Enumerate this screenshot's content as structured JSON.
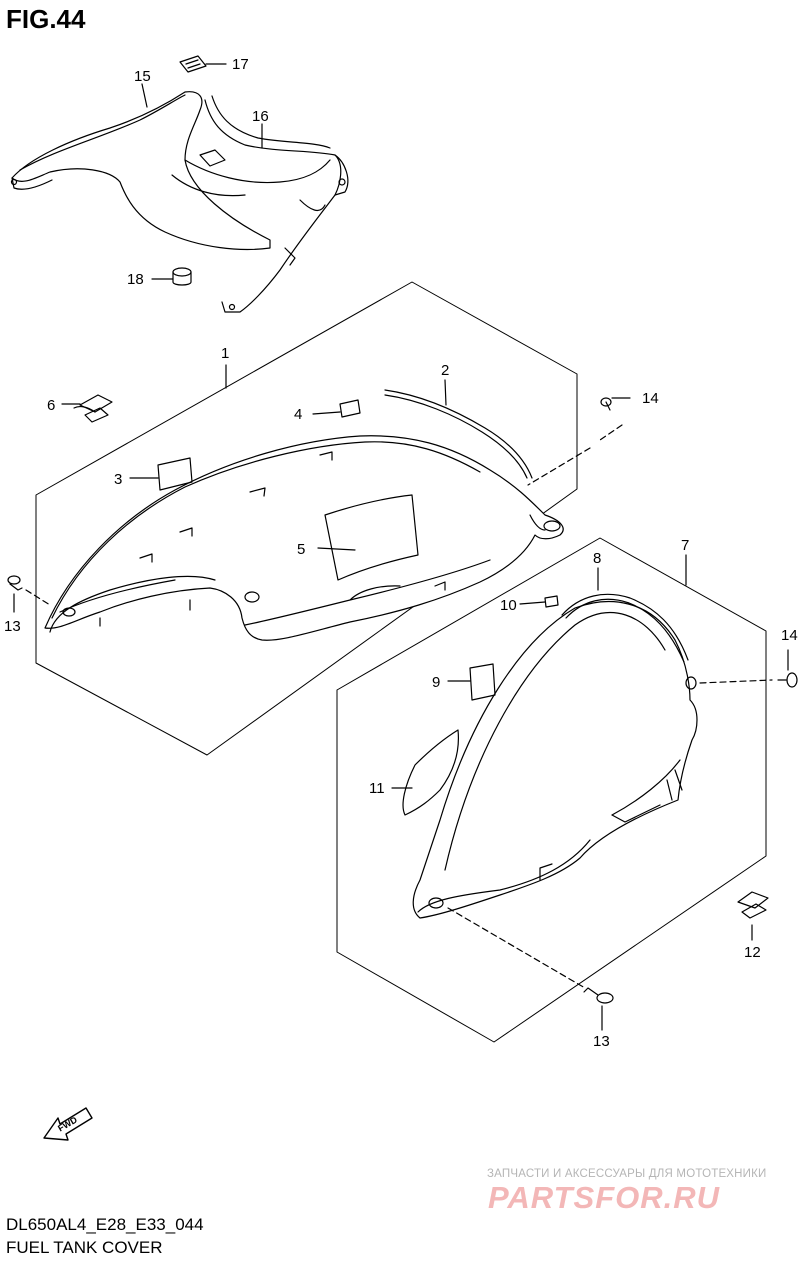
{
  "figure": {
    "title": "FIG.44",
    "code": "DL650AL4_E28_E33_044",
    "name": "FUEL TANK COVER"
  },
  "callouts": [
    {
      "id": "c15",
      "label": "15"
    },
    {
      "id": "c17",
      "label": "17"
    },
    {
      "id": "c16",
      "label": "16"
    },
    {
      "id": "c18",
      "label": "18"
    },
    {
      "id": "c1",
      "label": "1"
    },
    {
      "id": "c2",
      "label": "2"
    },
    {
      "id": "c14a",
      "label": "14"
    },
    {
      "id": "c6",
      "label": "6"
    },
    {
      "id": "c4",
      "label": "4"
    },
    {
      "id": "c3",
      "label": "3"
    },
    {
      "id": "c5",
      "label": "5"
    },
    {
      "id": "c13a",
      "label": "13"
    },
    {
      "id": "c7",
      "label": "7"
    },
    {
      "id": "c8",
      "label": "8"
    },
    {
      "id": "c10",
      "label": "10"
    },
    {
      "id": "c14b",
      "label": "14"
    },
    {
      "id": "c9",
      "label": "9"
    },
    {
      "id": "c11",
      "label": "11"
    },
    {
      "id": "c12",
      "label": "12"
    },
    {
      "id": "c13b",
      "label": "13"
    }
  ],
  "fwd_label": "FWD",
  "watermark": {
    "text": "ЗАПЧАСТИ И АКСЕССУАРЫ ДЛЯ МОТОТЕХНИКИ",
    "logo": "PARTSFOR.RU"
  }
}
